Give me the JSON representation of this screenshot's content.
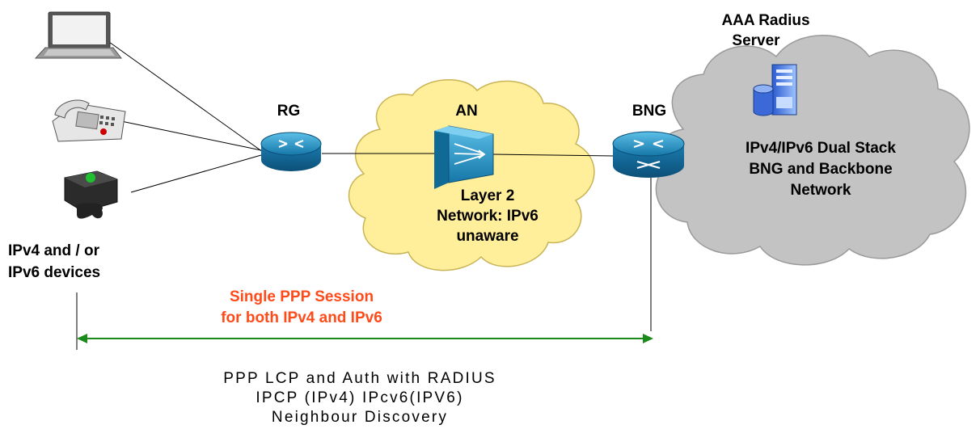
{
  "labels": {
    "aaa_line1": "AAA Radius",
    "aaa_line2": "Server",
    "rg": "RG",
    "an": "AN",
    "bng": "BNG",
    "layer2_line1": "Layer 2",
    "layer2_line2": "Network: IPv6",
    "layer2_line3": "unaware",
    "backbone_line1": "IPv4/IPv6 Dual Stack",
    "backbone_line2": "BNG and Backbone",
    "backbone_line3": "Network",
    "devices_line1": "IPv4 and / or",
    "devices_line2": "IPv6 devices"
  },
  "session": {
    "line1": "Single PPP Session",
    "line2": "for both IPv4 and IPv6"
  },
  "protocols": [
    "PPP LCP and Auth with RADIUS",
    "IPCP (IPv4) IPcv6(IPV6)",
    "Neighbour Discovery"
  ],
  "colors": {
    "yellow_cloud": "#ffee9a",
    "grey_cloud": "#c3c3c3",
    "router_blue": "#1f8fbf",
    "session_text": "#ff4a1a",
    "session_arrow": "#1a8a1a"
  },
  "icons": [
    "laptop-icon",
    "telephone-icon",
    "game-console-icon",
    "router-icon",
    "access-node-icon",
    "bng-router-icon",
    "server-icon"
  ]
}
